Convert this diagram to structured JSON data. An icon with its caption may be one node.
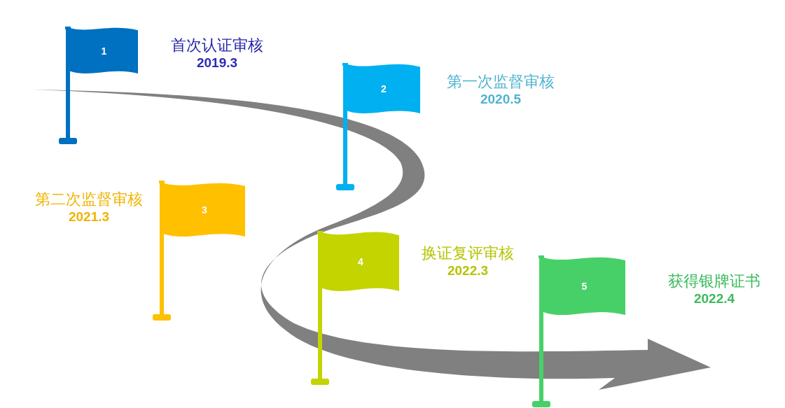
{
  "diagram": {
    "nodes": [
      {
        "text": [
          "1"
        ],
        "beside": [
          "首次认证审核",
          "2019.3"
        ]
      },
      {
        "text": [
          "2"
        ],
        "beside": [
          "第一次监督审核",
          "2020.5"
        ]
      },
      {
        "text": [
          "3"
        ],
        "beside": [
          "第二次监督审核",
          "2021.3"
        ]
      },
      {
        "text": [
          "4"
        ],
        "beside": [
          "换证复评审核",
          "2022.3"
        ]
      },
      {
        "text": [
          "5"
        ],
        "beside": [
          "获得银牌证书",
          "2022.4"
        ]
      }
    ]
  }
}
